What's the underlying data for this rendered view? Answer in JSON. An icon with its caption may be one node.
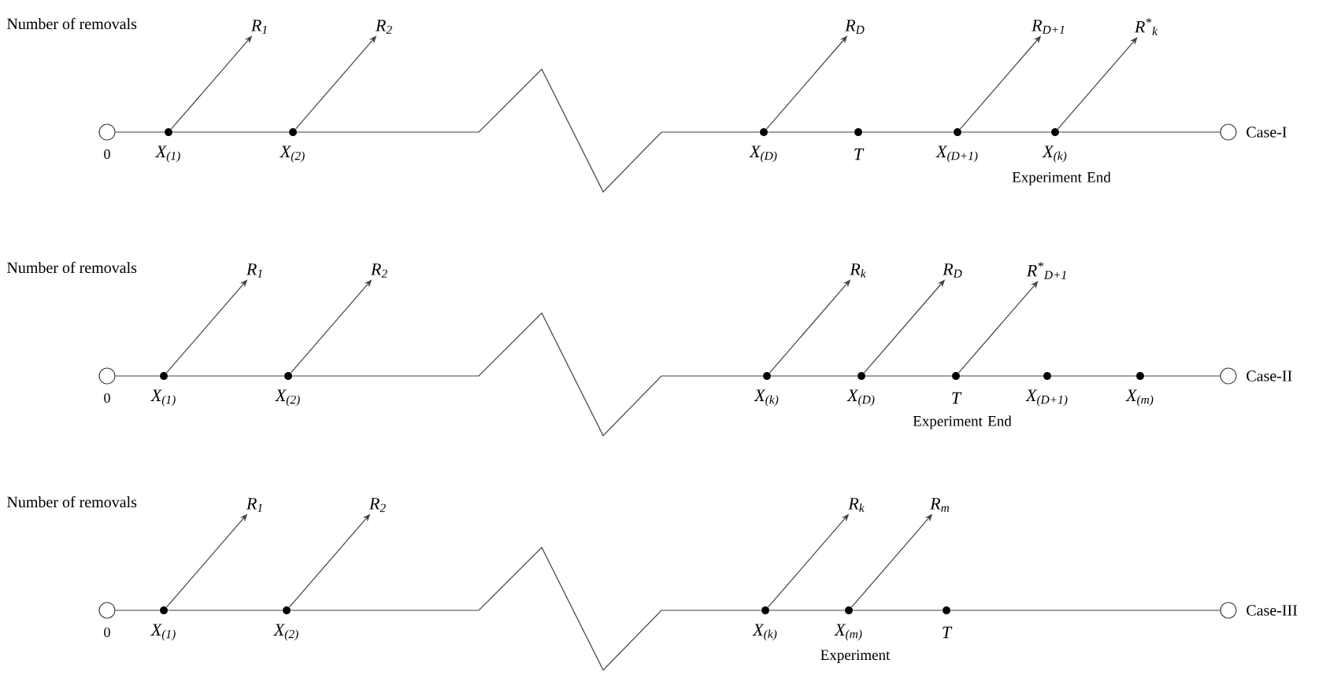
{
  "diagram": {
    "nodes": [
      {
        "text": [],
        "shape": "circle",
        "beside": [
          "0"
        ]
      },
      {
        "text": [],
        "shape": "dot",
        "beside": [
          "X$_{(1)}$"
        ]
      },
      {
        "text": [
          "R$_{1}$"
        ]
      },
      {
        "text": [],
        "shape": "dot",
        "beside": [
          "X$_{(2)}$"
        ]
      },
      {
        "text": [
          "R$_{2}$"
        ]
      },
      {
        "text": [],
        "shape": "dot",
        "beside": [
          "X$_{(D)}$"
        ]
      },
      {
        "text": [
          "R$_{D}$"
        ]
      },
      {
        "text": [],
        "shape": "dot",
        "beside": [
          "T"
        ]
      },
      {
        "text": [],
        "shape": "dot",
        "beside": [
          "X$_{(D+1)}$"
        ]
      },
      {
        "text": [
          "R$_{D+1}$"
        ]
      },
      {
        "text": [],
        "shape": "dot",
        "beside": [
          "X$_{(k)}$",
          "Experiment End"
        ]
      },
      {
        "text": [
          "R$^{*}$$_{k}$"
        ]
      },
      {
        "text": [],
        "shape": "circle",
        "beside": [
          "Case-I"
        ]
      },
      {
        "text": [],
        "shape": "circle",
        "beside": [
          "0"
        ]
      },
      {
        "text": [],
        "shape": "dot",
        "beside": [
          "X$_{(1)}$"
        ]
      },
      {
        "text": [
          "R$_{1}$"
        ]
      },
      {
        "text": [],
        "shape": "dot",
        "beside": [
          "X$_{(2)}$"
        ]
      },
      {
        "text": [
          "R$_{2}$"
        ]
      },
      {
        "text": [],
        "shape": "dot",
        "beside": [
          "X$_{(k)}$"
        ]
      },
      {
        "text": [
          "R$_{k}$"
        ]
      },
      {
        "text": [],
        "shape": "dot",
        "beside": [
          "X$_{(D)}$"
        ]
      },
      {
        "text": [
          "R$_{D}$"
        ]
      },
      {
        "text": [],
        "shape": "dot",
        "beside": [
          "T",
          "Experiment End"
        ]
      },
      {
        "text": [
          "R$^{*}$$_{D+1}$"
        ]
      },
      {
        "text": [],
        "shape": "dot",
        "beside": [
          "X$_{(D+1)}$"
        ]
      },
      {
        "text": [],
        "shape": "dot",
        "beside": [
          "X$_{(m)}$"
        ]
      },
      {
        "text": [],
        "shape": "circle",
        "beside": [
          "Case-II"
        ]
      },
      {
        "text": [],
        "shape": "circle",
        "beside": [
          "0"
        ]
      },
      {
        "text": [],
        "shape": "dot",
        "beside": [
          "X$_{(1)}$"
        ]
      },
      {
        "text": [
          "R$_{1}$"
        ]
      },
      {
        "text": [],
        "shape": "dot",
        "beside": [
          "X$_{(2)}$"
        ]
      },
      {
        "text": [
          "R$_{2}$"
        ]
      },
      {
        "text": [],
        "shape": "dot",
        "beside": [
          "X$_{(k)}$"
        ]
      },
      {
        "text": [
          "R$_{k}$"
        ]
      },
      {
        "text": [],
        "shape": "dot",
        "beside": [
          "X$_{(m)}$",
          "Experiment"
        ]
      },
      {
        "text": [
          "R$_{m}$"
        ]
      },
      {
        "text": [],
        "shape": "dot",
        "beside": [
          "T"
        ]
      },
      {
        "text": [],
        "shape": "circle",
        "beside": [
          "Case-III"
        ]
      }
    ],
    "edges": [
      {
        "from": 0,
        "to": 1,
        "arrow": "none"
      },
      {
        "from": 1,
        "to": 3,
        "arrow": "none"
      },
      {
        "from": 3,
        "to": 5,
        "arrow": "none"
      },
      {
        "from": 5,
        "to": 7,
        "arrow": "none"
      },
      {
        "from": 7,
        "to": 8,
        "arrow": "none"
      },
      {
        "from": 8,
        "to": 10,
        "arrow": "none"
      },
      {
        "from": 10,
        "to": 12,
        "arrow": "none"
      },
      {
        "from": 1,
        "to": 2,
        "arrow": "to"
      },
      {
        "from": 3,
        "to": 4,
        "arrow": "to"
      },
      {
        "from": 5,
        "to": 6,
        "arrow": "to"
      },
      {
        "from": 8,
        "to": 9,
        "arrow": "to"
      },
      {
        "from": 10,
        "to": 11,
        "arrow": "to"
      },
      {
        "from": 13,
        "to": 14,
        "arrow": "none"
      },
      {
        "from": 14,
        "to": 16,
        "arrow": "none"
      },
      {
        "from": 16,
        "to": 18,
        "arrow": "none"
      },
      {
        "from": 18,
        "to": 20,
        "arrow": "none"
      },
      {
        "from": 20,
        "to": 22,
        "arrow": "none"
      },
      {
        "from": 22,
        "to": 24,
        "arrow": "none"
      },
      {
        "from": 24,
        "to": 25,
        "arrow": "none"
      },
      {
        "from": 25,
        "to": 26,
        "arrow": "none"
      },
      {
        "from": 14,
        "to": 15,
        "arrow": "to"
      },
      {
        "from": 16,
        "to": 17,
        "arrow": "to"
      },
      {
        "from": 18,
        "to": 19,
        "arrow": "to"
      },
      {
        "from": 20,
        "to": 21,
        "arrow": "to"
      },
      {
        "from": 22,
        "to": 23,
        "arrow": "to"
      },
      {
        "from": 27,
        "to": 28,
        "arrow": "none"
      },
      {
        "from": 28,
        "to": 30,
        "arrow": "none"
      },
      {
        "from": 30,
        "to": 32,
        "arrow": "none"
      },
      {
        "from": 32,
        "to": 34,
        "arrow": "none"
      },
      {
        "from": 34,
        "to": 36,
        "arrow": "none"
      },
      {
        "from": 36,
        "to": 37,
        "arrow": "none"
      },
      {
        "from": 28,
        "to": 29,
        "arrow": "to"
      },
      {
        "from": 30,
        "to": 31,
        "arrow": "to"
      },
      {
        "from": 32,
        "to": 33,
        "arrow": "to"
      },
      {
        "from": 34,
        "to": 35,
        "arrow": "to"
      }
    ],
    "labels": [
      "Number of removals",
      "Number of removals",
      "Number of removals"
    ]
  }
}
